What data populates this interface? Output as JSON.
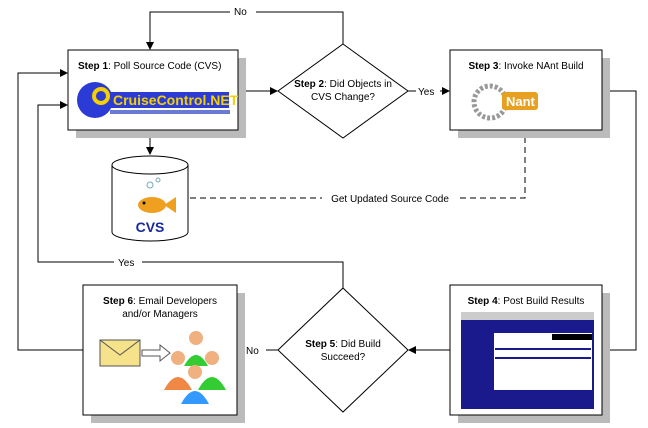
{
  "steps": {
    "step1": {
      "num": "Step 1",
      "text": ": Poll Source Code (CVS)",
      "logo": "CruiseControl.NET"
    },
    "step2": {
      "num": "Step 2",
      "text": ": Did Objects in",
      "text2": "CVS Change?"
    },
    "step3": {
      "num": "Step 3",
      "text": ": Invoke NAnt Build",
      "logo": "Nant"
    },
    "step4": {
      "num": "Step 4",
      "text": ": Post Build Results"
    },
    "step5": {
      "num": "Step 5",
      "text": ": Did Build",
      "text2": "Succeed?"
    },
    "step6": {
      "num": "Step 6",
      "text": ": Email Developers",
      "text2": "and/or Managers"
    }
  },
  "repository": {
    "label": "CVS"
  },
  "edges": {
    "no_top": "No",
    "yes_right": "Yes",
    "get_source": "Get Updated Source Code",
    "yes_back": "Yes",
    "no_left": "No"
  },
  "colors": {
    "logo_yellow": "#f5d000",
    "logo_blue": "#2a3bd6",
    "report_blue": "#1a1a8c",
    "cvs_text": "#1a2a9a"
  }
}
